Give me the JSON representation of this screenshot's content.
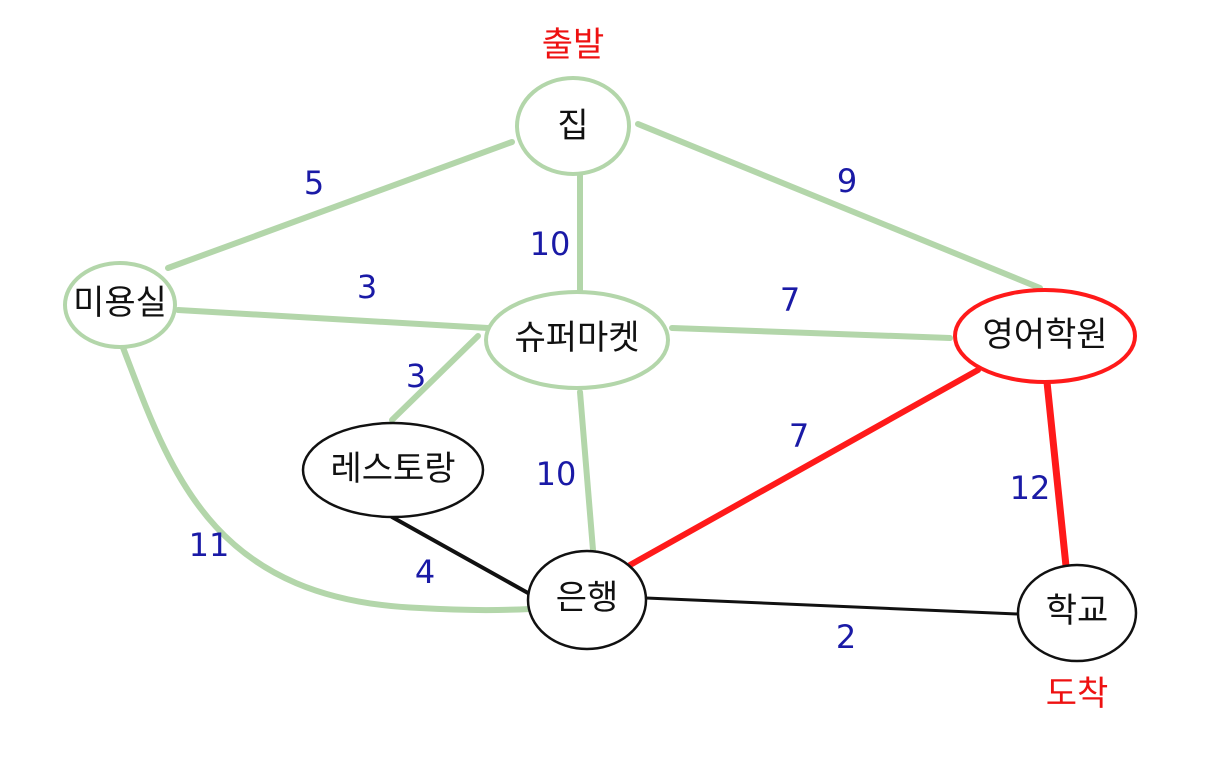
{
  "colors": {
    "visited_edge": "#b3d6aa",
    "visited_node_stroke": "#b3d6aa",
    "path_edge": "#ff1a1a",
    "path_node_stroke": "#ff1a1a",
    "plain_edge": "#111111",
    "plain_node_stroke": "#111111",
    "weight_text": "#1a1aa6",
    "marker_text": "#ee1111"
  },
  "markers": {
    "start": "출발",
    "end": "도착"
  },
  "nodes": {
    "home": {
      "label": "집",
      "state": "visited"
    },
    "salon": {
      "label": "미용실",
      "state": "visited"
    },
    "supermarket": {
      "label": "슈퍼마켓",
      "state": "visited"
    },
    "english": {
      "label": "영어학원",
      "state": "path"
    },
    "restaurant": {
      "label": "레스토랑",
      "state": "plain"
    },
    "bank": {
      "label": "은행",
      "state": "plain"
    },
    "school": {
      "label": "학교",
      "state": "plain"
    }
  },
  "edges": [
    {
      "id": "home-salon",
      "from": "home",
      "to": "salon",
      "weight": "5",
      "state": "visited"
    },
    {
      "id": "home-supermarket",
      "from": "home",
      "to": "supermarket",
      "weight": "10",
      "state": "visited"
    },
    {
      "id": "home-english",
      "from": "home",
      "to": "english",
      "weight": "9",
      "state": "visited"
    },
    {
      "id": "salon-supermarket",
      "from": "salon",
      "to": "supermarket",
      "weight": "3",
      "state": "visited"
    },
    {
      "id": "supermarket-english",
      "from": "supermarket",
      "to": "english",
      "weight": "7",
      "state": "visited"
    },
    {
      "id": "supermarket-restaurant",
      "from": "supermarket",
      "to": "restaurant",
      "weight": "3",
      "state": "visited"
    },
    {
      "id": "supermarket-bank",
      "from": "supermarket",
      "to": "bank",
      "weight": "10",
      "state": "visited"
    },
    {
      "id": "salon-bank",
      "from": "salon",
      "to": "bank",
      "weight": "11",
      "state": "visited"
    },
    {
      "id": "restaurant-bank",
      "from": "restaurant",
      "to": "bank",
      "weight": "4",
      "state": "plain"
    },
    {
      "id": "bank-english",
      "from": "bank",
      "to": "english",
      "weight": "7",
      "state": "path"
    },
    {
      "id": "english-school",
      "from": "english",
      "to": "school",
      "weight": "12",
      "state": "path"
    },
    {
      "id": "bank-school",
      "from": "bank",
      "to": "school",
      "weight": "2",
      "state": "plain"
    }
  ]
}
